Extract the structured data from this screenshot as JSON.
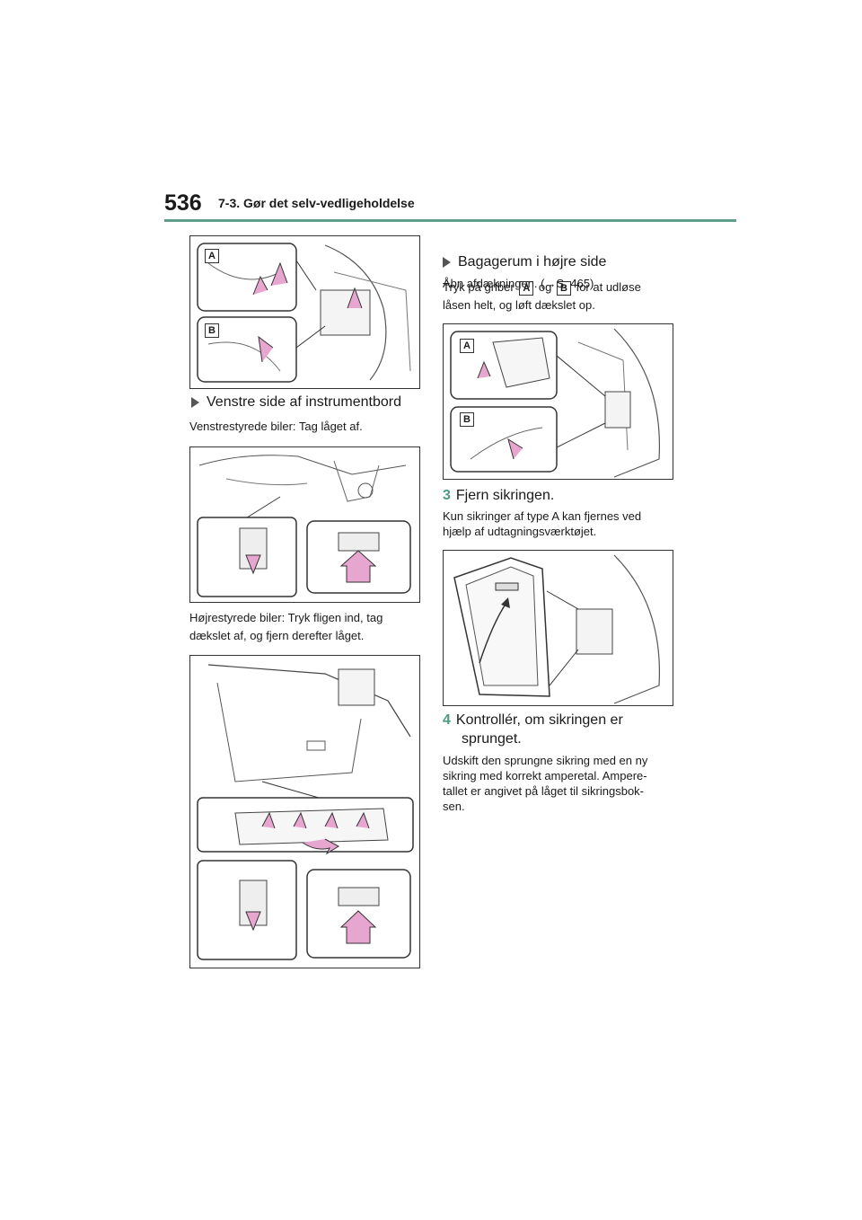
{
  "header": {
    "page_number": "536",
    "section": "7-3. Gør det selv-vedligeholdelse"
  },
  "left": {
    "fig1_labels": [
      "A",
      "B"
    ],
    "heading1": "Venstre side af instrumentbord",
    "para1": "Venstrestyrede biler: Tag låget af.",
    "para2_line1": "Højrestyrede biler: Tryk fligen ind, tag",
    "para2_line2": "dækslet af, og fjern derefter låget."
  },
  "right": {
    "heading1": "Bagagerum i højre side",
    "para1": "Åbn afdækningen. (→S. 465)",
    "para2_a": "Tryk på griber",
    "label_a": "A",
    "para2_og": "og",
    "label_b": "B",
    "para2_b": "for at udløse",
    "para2_line2": "låsen helt, og løft dækslet op.",
    "fig_labels": [
      "A",
      "B"
    ],
    "step3_num": "3",
    "step3_text": "Fjern sikringen.",
    "step3_para_line1": "Kun sikringer af type A kan fjernes ved",
    "step3_para_line2": "hjælp af udtagningsværktøjet.",
    "step4_num": "4",
    "step4_line1": "Kontrollér, om sikringen er",
    "step4_line2": "sprunget.",
    "step4_para_line1": "Udskift den sprungne sikring med en ny",
    "step4_para_line2": "sikring med korrekt amperetal. Ampere-",
    "step4_para_line3": "tallet er angivet på låget til sikringsbok-",
    "step4_para_line4": "sen."
  },
  "colors": {
    "accent": "#5e9e8a",
    "arrow": "#e7a6cf"
  }
}
